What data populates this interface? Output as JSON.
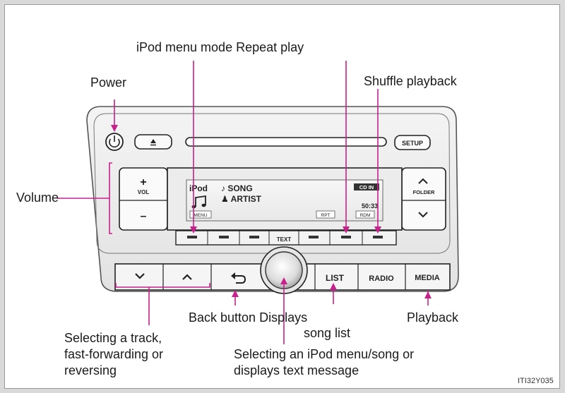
{
  "labels": {
    "ipod_menu_repeat": "iPod menu mode Repeat play",
    "power": "Power",
    "shuffle": "Shuffle playback",
    "volume": "Volume",
    "back_displays": "Back button Displays",
    "song_list": "song list",
    "playback": "Playback",
    "selecting_track_1": "Selecting a track,",
    "selecting_track_2": "fast-forwarding or",
    "selecting_track_3": "reversing",
    "selecting_ipod_1": "Selecting an iPod menu/song or",
    "selecting_ipod_2": "displays text message",
    "figure_code": "ITI32Y035"
  },
  "unit": {
    "setup": "SETUP",
    "vol_plus": "+",
    "vol": "VOL",
    "vol_minus": "–",
    "folder": "FOLDER",
    "text": "TEXT",
    "list": "LIST",
    "radio": "RADIO",
    "media": "MEDIA"
  },
  "display": {
    "source": "iPod",
    "song": "♪ SONG",
    "artist": "♟ ARTIST",
    "cd_in": "CD IN",
    "time": "50:33",
    "menu": "MENU",
    "rpt": "RPT",
    "rdm": "RDM"
  },
  "colors": {
    "callout": "#c8208c"
  }
}
